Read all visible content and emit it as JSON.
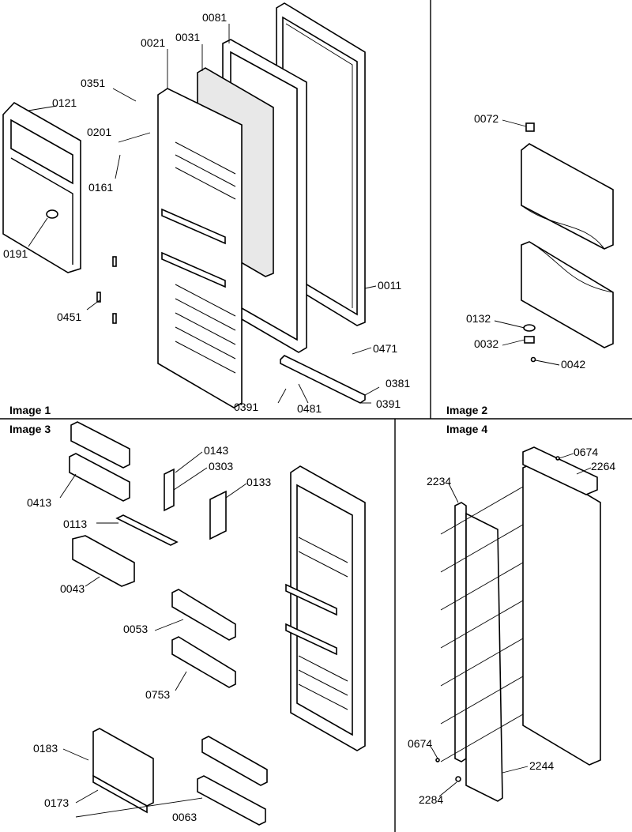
{
  "panels": [
    {
      "title": "Image 1"
    },
    {
      "title": "Image 2"
    },
    {
      "title": "Image 3"
    },
    {
      "title": "Image 4"
    }
  ],
  "image1_labels": [
    "0081",
    "0021",
    "0031",
    "0351",
    "0121",
    "0201",
    "0161",
    "0191",
    "0451",
    "0011",
    "0471",
    "0381",
    "0391",
    "0481",
    "0391"
  ],
  "image2_labels": [
    "0072",
    "0132",
    "0032",
    "0042"
  ],
  "image3_labels": [
    "0143",
    "0303",
    "0133",
    "0413",
    "0113",
    "0043",
    "0053",
    "0753",
    "0183",
    "0173",
    "0063"
  ],
  "image4_labels": [
    "0674",
    "2264",
    "2234",
    "0674",
    "2244",
    "2284"
  ]
}
